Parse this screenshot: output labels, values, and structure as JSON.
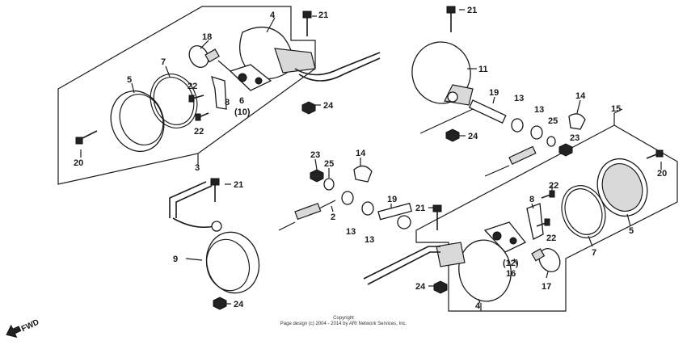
{
  "labels": {
    "l4a": "4",
    "l21a": "21",
    "l18": "18",
    "l7a": "7",
    "l5a": "5",
    "l22a": "22",
    "l8a": "8",
    "l6": "6",
    "l10": "(10)",
    "l22b": "22",
    "l24a": "24",
    "l20a": "20",
    "l3": "3",
    "l21b": "21",
    "l9": "9",
    "l24b": "24",
    "l21c": "21",
    "l11": "11",
    "l19a": "19",
    "l13a": "13",
    "l13b": "13",
    "l14a": "14",
    "l25a": "25",
    "l24c": "24",
    "l15": "15",
    "l23a": "23",
    "l20b": "20",
    "l23b": "23",
    "l25b": "25",
    "l14b": "14",
    "l2": "2",
    "l13c": "13",
    "l13d": "13",
    "l19b": "19",
    "l21d": "21",
    "l8b": "8",
    "l22c": "22",
    "l22d": "22",
    "l12": "(12)",
    "l16": "16",
    "l7b": "7",
    "l5b": "5",
    "l17": "17",
    "l24d": "24",
    "l4b": "4"
  },
  "fwd_label": "FWD",
  "footer": {
    "line1": "Copyright",
    "line2": "Page design (c) 2004 - 2014 by ARI Network Services, Inc."
  }
}
